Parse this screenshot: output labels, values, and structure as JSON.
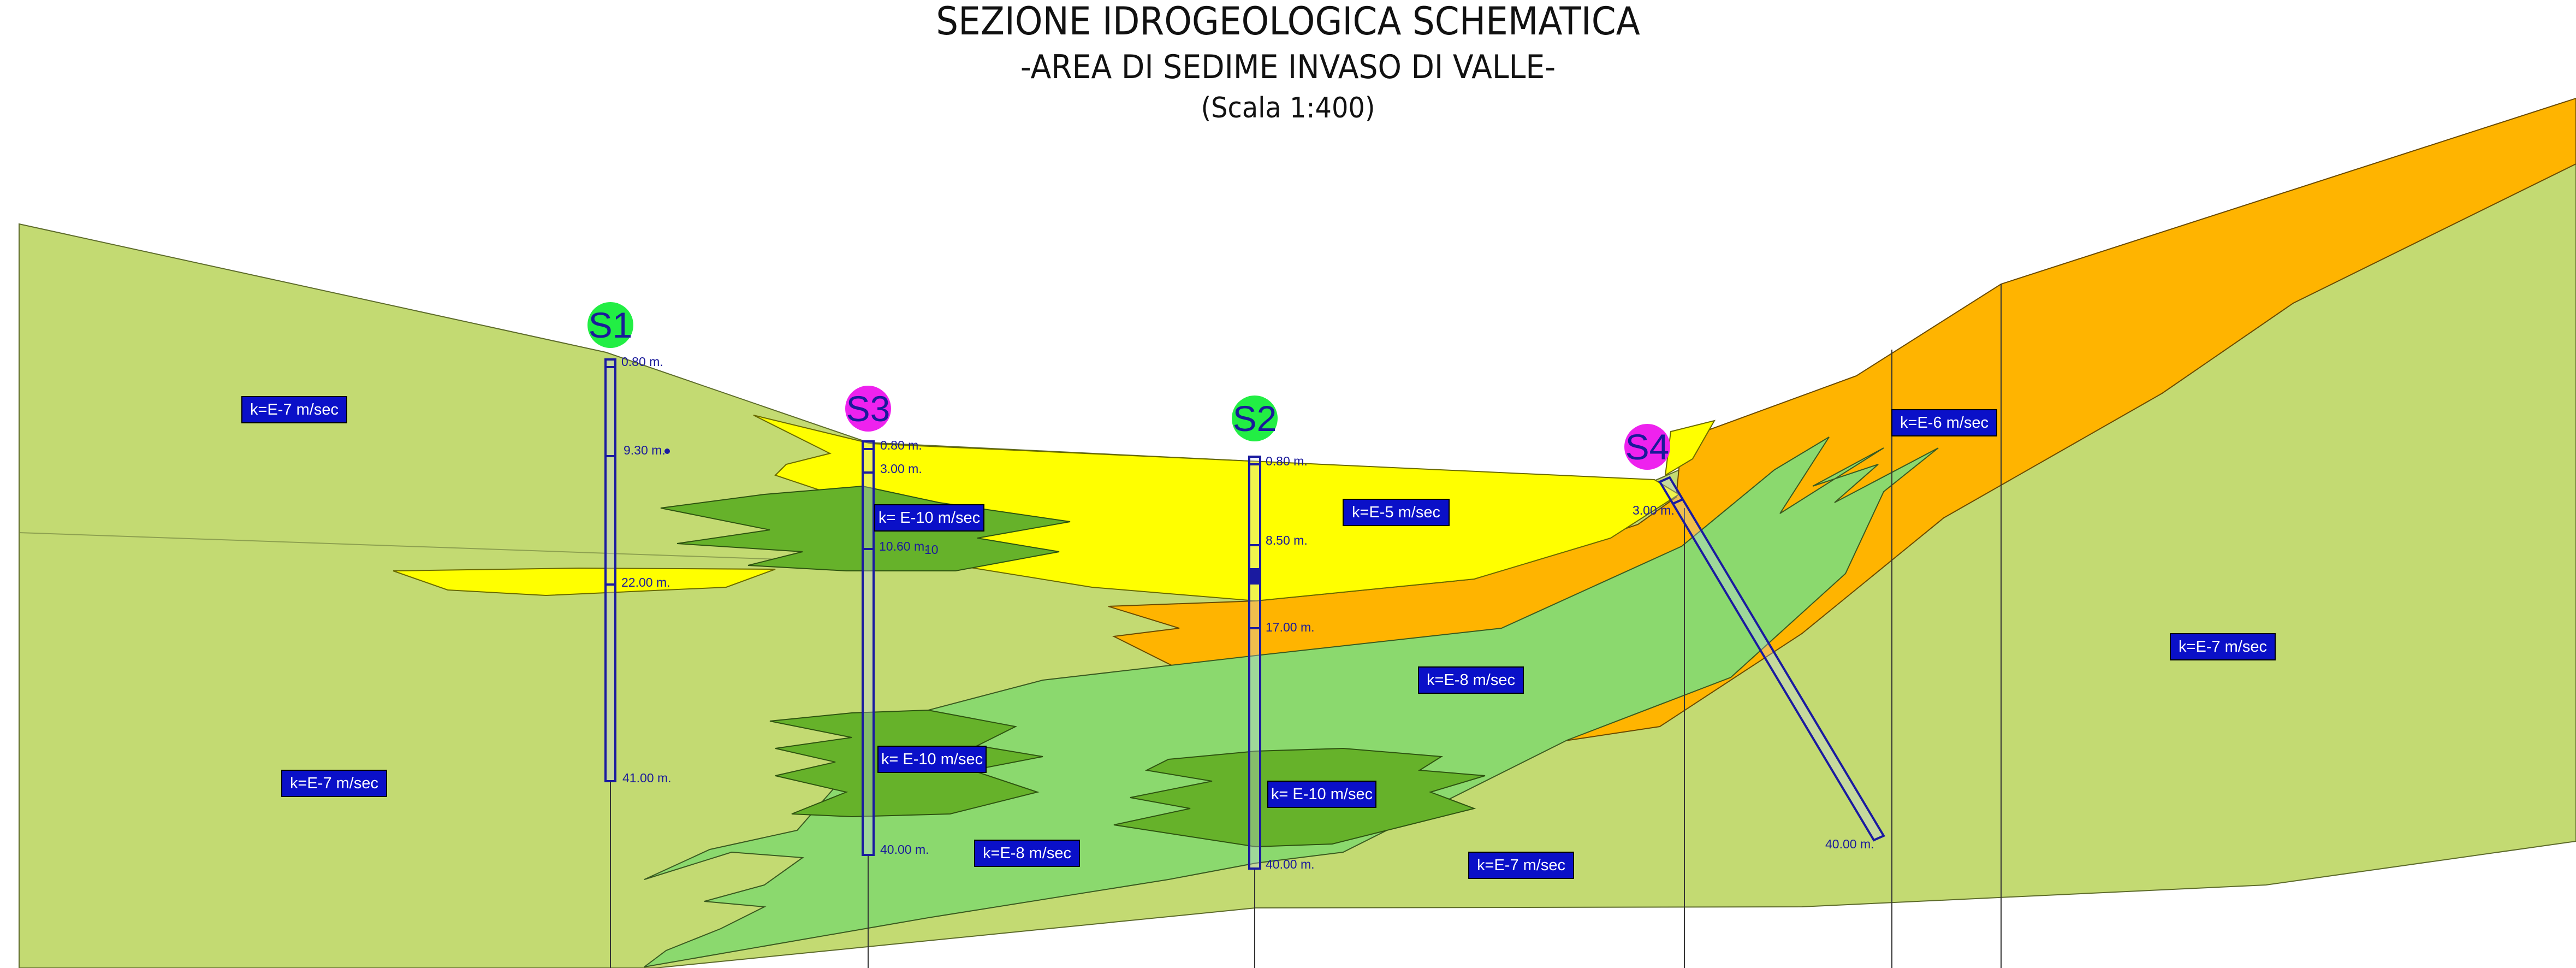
{
  "title": {
    "line1": "SEZIONE IDROGEOLOGICA SCHEMATICA",
    "line2": "-AREA DI SEDIME INVASO DI VALLE-",
    "line3": "(Scala 1:400)"
  },
  "colors": {
    "base_green": "#c3da72",
    "light_green": "#8bd96e",
    "dark_green": "#66b22a",
    "yellow": "#ffff00",
    "orange": "#ffb400",
    "label_blue": "#0a10c8",
    "borehole_blue": "#1a1aa0",
    "marker_green": "#22ee44",
    "marker_magenta": "#ee22ee"
  },
  "boreholes": {
    "s1": {
      "id": "S1",
      "marker_color": "green",
      "depths": [
        "0.80 m.",
        "9.30 m.",
        "22.00 m.",
        "41.00 m."
      ]
    },
    "s3": {
      "id": "S3",
      "marker_color": "magenta",
      "depths": [
        "0.80 m.",
        "3.00 m.",
        "10.60 m.",
        "10",
        "40.00 m."
      ]
    },
    "s2": {
      "id": "S2",
      "marker_color": "green",
      "depths": [
        "0.80 m.",
        "8.50 m.",
        "17.00 m.",
        "40.00 m."
      ]
    },
    "s4": {
      "id": "S4",
      "marker_color": "magenta",
      "depths": [
        "3.00 m.",
        "40.00 m."
      ]
    }
  },
  "k_labels": [
    "k=E-7 m/sec",
    "k= E-10 m/sec",
    "k=E-5 m/sec",
    "k=E-6 m/sec",
    "k=E-8 m/sec",
    "k=E-7 m/sec",
    "k= E-10 m/sec",
    "k= E-10 m/sec",
    "k=E-7 m/sec",
    "k=E-8 m/sec",
    "k=E-7 m/sec"
  ]
}
